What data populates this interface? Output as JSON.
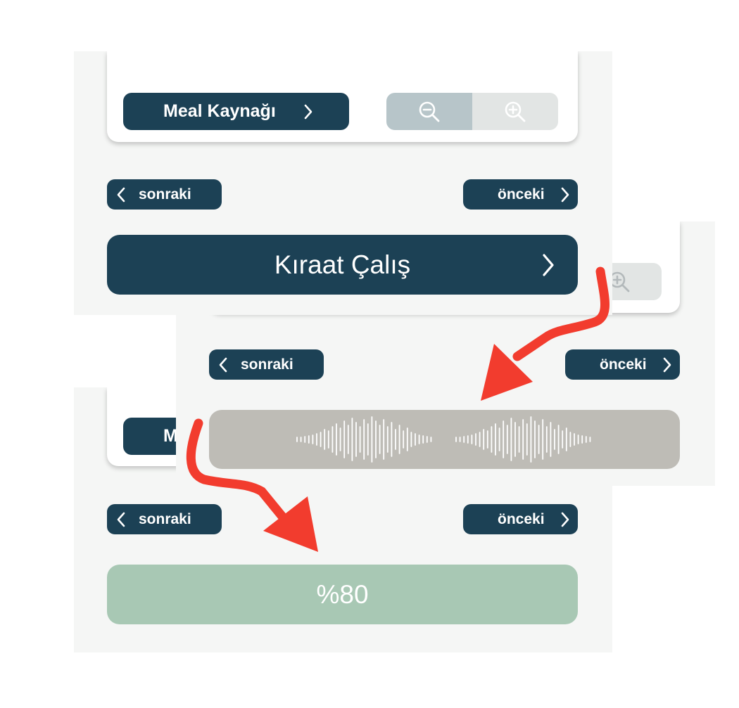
{
  "panel_1": {
    "meal_label": "Meal Kaynağı",
    "prev_label": "sonraki",
    "next_label": "önceki",
    "main_label": "Kıraat Çalış"
  },
  "panel_2": {
    "prev_label": "sonraki",
    "next_label": "önceki"
  },
  "panel_3": {
    "meal_fragment": "M",
    "prev_label": "sonraki",
    "next_label": "önceki",
    "score_label": "%80"
  },
  "icons": [
    "zoom-out-icon",
    "zoom-in-icon",
    "chevron-left-icon",
    "chevron-right-icon",
    "audio-waveform-icon",
    "red-arrow"
  ],
  "colors": {
    "primary": "#1c4155",
    "panel_bg": "#f5f6f5",
    "zoom_active": "#b7c5c9",
    "zoom_inactive": "#e2e5e4",
    "waveform_bar": "#bebcb6",
    "score_bar": "#a8c8b4",
    "arrow": "#f23c2e"
  }
}
